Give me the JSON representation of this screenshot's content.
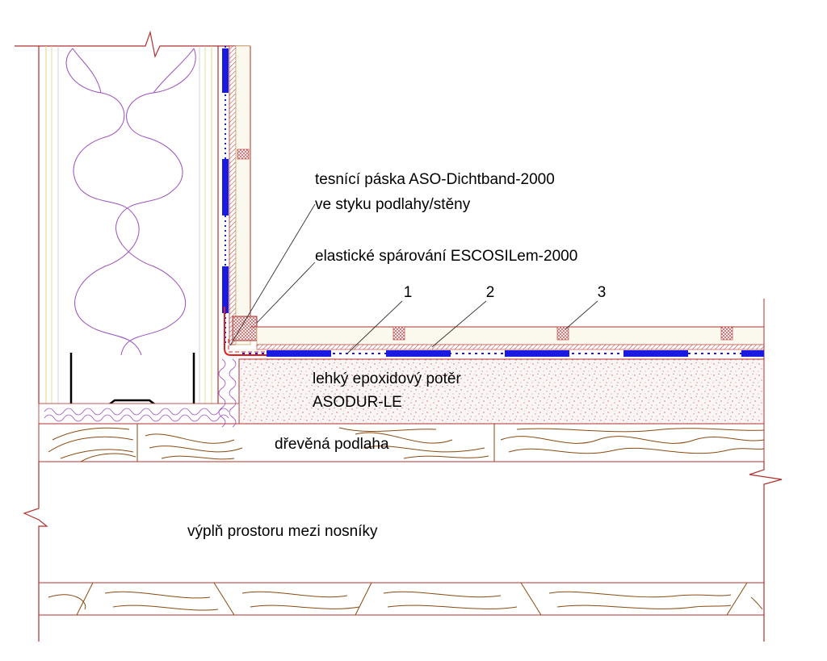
{
  "labels": {
    "sealing_tape_line1": "tesnící páska ASO-Dichtband-2000",
    "sealing_tape_line2": "ve styku podlahy/stěny",
    "elastic_joint": "elastické spárování ESCOSILem-2000",
    "screed_line1": "lehký epoxidový potěr",
    "screed_line2": "ASODUR-LE",
    "wood_floor": "dřevěná podlaha",
    "void_fill": "výplň prostoru mezi nosníky"
  },
  "callouts": [
    "1",
    "2",
    "3"
  ],
  "colors": {
    "outline": "#b03030",
    "wood": "#8a4a10",
    "insulation": "#9b4fc0",
    "membrane": "#1a1ae0",
    "screed_speckle": "#c06060",
    "tile": "#e7e3c8",
    "leader": "#303030"
  }
}
